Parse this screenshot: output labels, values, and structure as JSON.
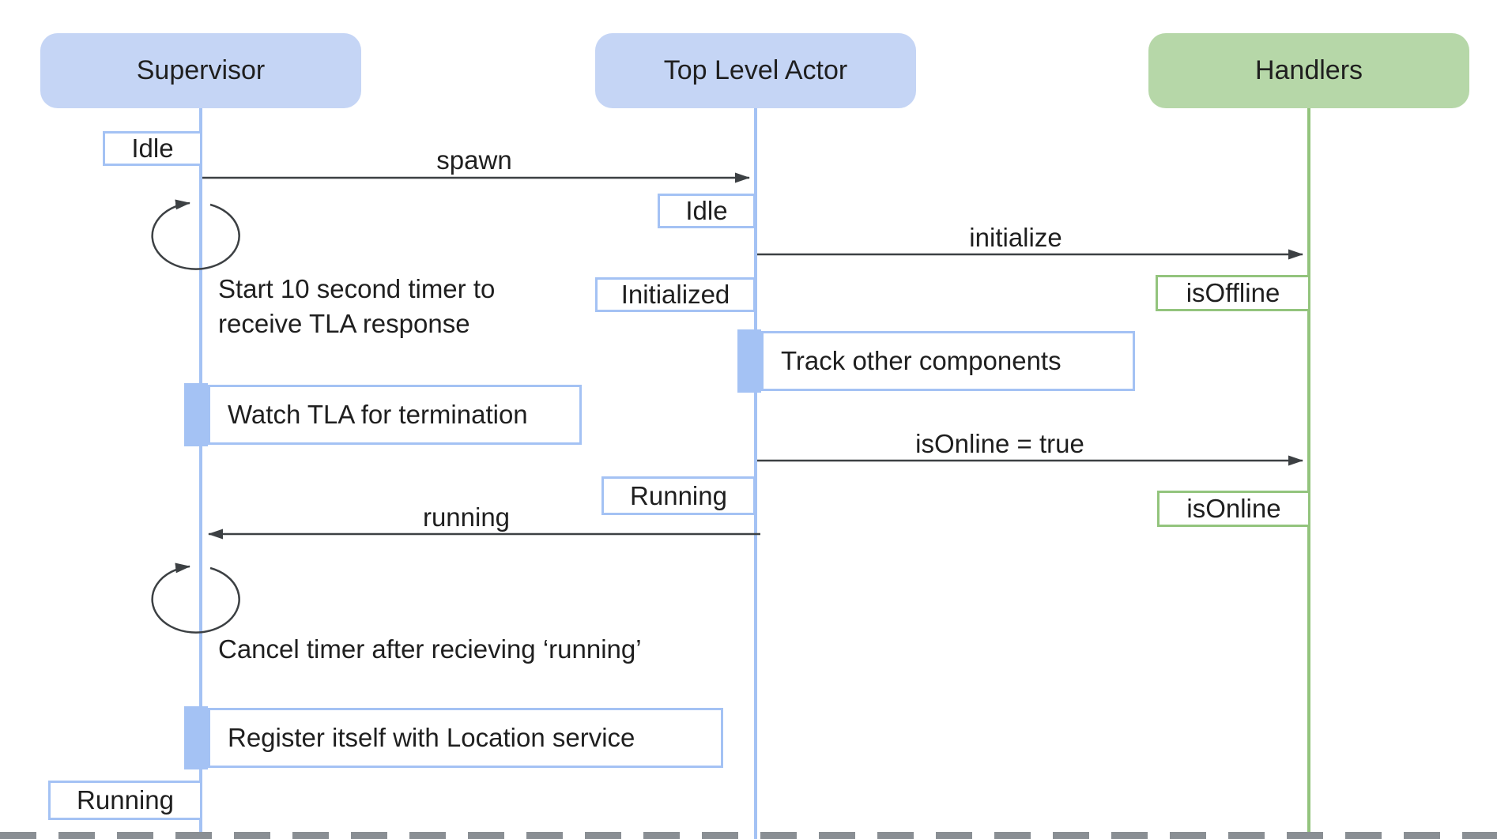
{
  "diagram": {
    "actors": {
      "supervisor": {
        "label": "Supervisor",
        "color": "#c5d5f5"
      },
      "top_level_actor": {
        "label": "Top Level Actor",
        "color": "#c5d5f5"
      },
      "handlers": {
        "label": "Handlers",
        "color": "#b6d7a8"
      }
    },
    "states": {
      "supervisor_idle": {
        "label": "Idle",
        "lifeline": "supervisor"
      },
      "tla_idle": {
        "label": "Idle",
        "lifeline": "top_level_actor"
      },
      "tla_initialized": {
        "label": "Initialized",
        "lifeline": "top_level_actor"
      },
      "handlers_is_offline": {
        "label": "isOffline",
        "lifeline": "handlers"
      },
      "tla_running": {
        "label": "Running",
        "lifeline": "top_level_actor"
      },
      "handlers_is_online": {
        "label": "isOnline",
        "lifeline": "handlers"
      },
      "supervisor_running": {
        "label": "Running",
        "lifeline": "supervisor"
      }
    },
    "messages": {
      "spawn": {
        "label": "spawn",
        "from": "supervisor",
        "to": "top_level_actor"
      },
      "initialize": {
        "label": "initialize",
        "from": "top_level_actor",
        "to": "handlers"
      },
      "is_online_true": {
        "label": "isOnline = true",
        "from": "top_level_actor",
        "to": "handlers"
      },
      "running": {
        "label": "running",
        "from": "top_level_actor",
        "to": "supervisor"
      }
    },
    "annotations": {
      "start_timer": {
        "label": "Start 10 second timer to receive TLA response",
        "lifeline": "supervisor"
      },
      "watch_tla": {
        "label": "Watch TLA for termination",
        "lifeline": "supervisor"
      },
      "track_components": {
        "label": "Track other components",
        "lifeline": "top_level_actor"
      },
      "cancel_timer": {
        "label": "Cancel timer after recieving ‘running’",
        "lifeline": "supervisor"
      },
      "register_location": {
        "label": "Register itself with Location service",
        "lifeline": "supervisor"
      }
    },
    "colors": {
      "actor_blue": "#c5d5f5",
      "actor_green": "#b6d7a8",
      "lifeline_blue": "#a4c2f4",
      "lifeline_green": "#93c47d",
      "arrow": "#3c4043",
      "text": "#1f1f1f"
    }
  }
}
